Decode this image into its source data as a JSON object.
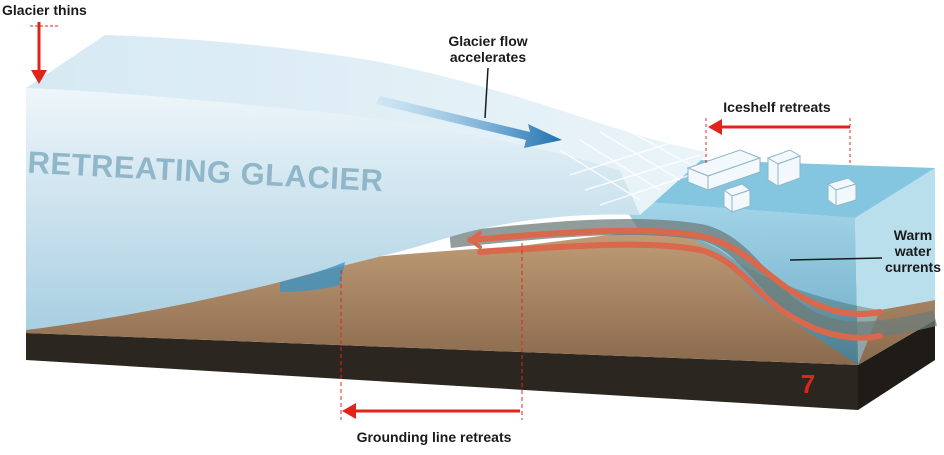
{
  "labels": {
    "glacier_thins": "Glacier thins",
    "flow_line1": "Glacier flow",
    "flow_line2": "accelerates",
    "iceshelf_retreats": "Iceshelf retreats",
    "warm_line1": "Warm",
    "warm_line2": "water",
    "warm_line3": "currents",
    "grounding_line": "Grounding line retreats",
    "retreating_glacier": "RETREATING GLACIER",
    "panel_number": "7"
  },
  "colors": {
    "arrow_red": "#e0241b",
    "ice_top": "#dcebf3",
    "ice_front": "#b9d7e8",
    "water": "#5fb3d3",
    "bed_top": "#b08c66",
    "bed_front": "#2a2520",
    "current": "#d9684c",
    "flow_arrow": "#1d6fb0"
  }
}
